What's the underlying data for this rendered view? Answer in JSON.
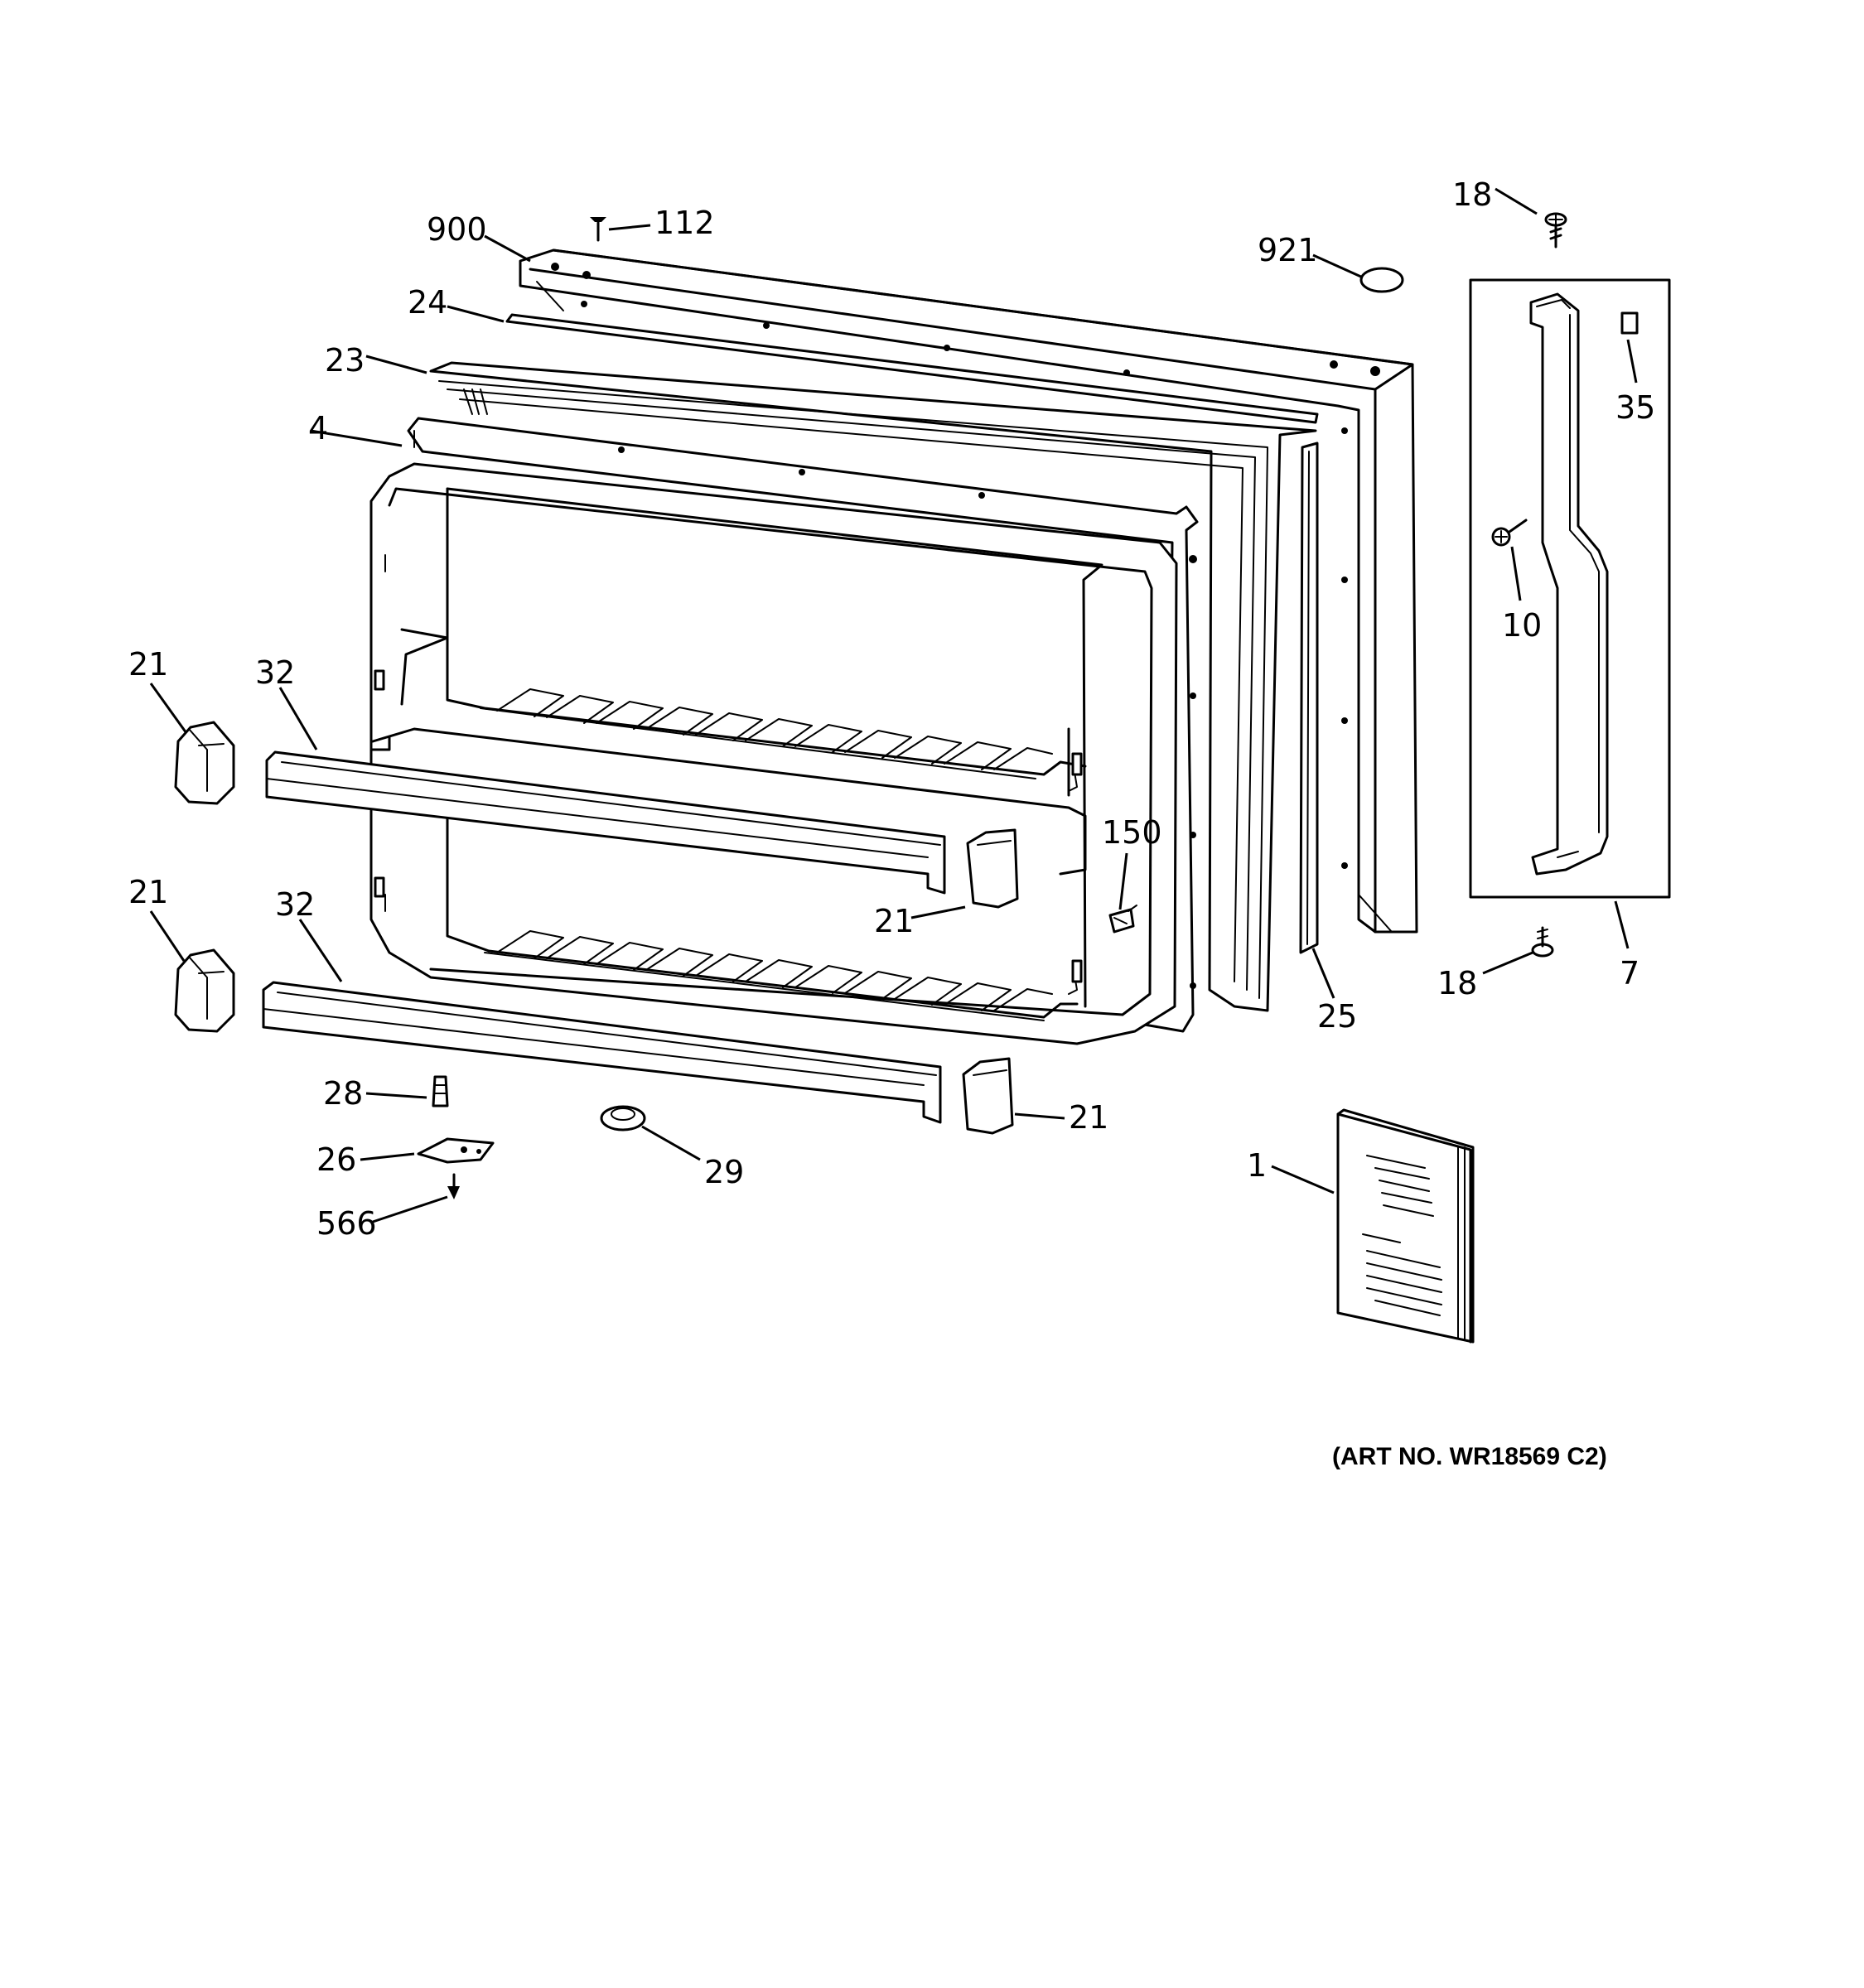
{
  "diagram": {
    "art_number": "(ART NO. WR18569 C2)",
    "callouts": [
      {
        "id": "c-900",
        "label": "900"
      },
      {
        "id": "c-112",
        "label": "112"
      },
      {
        "id": "c-24",
        "label": "24"
      },
      {
        "id": "c-23",
        "label": "23"
      },
      {
        "id": "c-4",
        "label": "4"
      },
      {
        "id": "c-921",
        "label": "921"
      },
      {
        "id": "c-18a",
        "label": "18"
      },
      {
        "id": "c-35",
        "label": "35"
      },
      {
        "id": "c-10",
        "label": "10"
      },
      {
        "id": "c-7",
        "label": "7"
      },
      {
        "id": "c-18b",
        "label": "18"
      },
      {
        "id": "c-25",
        "label": "25"
      },
      {
        "id": "c-150",
        "label": "150"
      },
      {
        "id": "c-21a",
        "label": "21"
      },
      {
        "id": "c-32a",
        "label": "32"
      },
      {
        "id": "c-21b",
        "label": "21"
      },
      {
        "id": "c-32b",
        "label": "32"
      },
      {
        "id": "c-21c",
        "label": "21"
      },
      {
        "id": "c-21d",
        "label": "21"
      },
      {
        "id": "c-28",
        "label": "28"
      },
      {
        "id": "c-26",
        "label": "26"
      },
      {
        "id": "c-566",
        "label": "566"
      },
      {
        "id": "c-29",
        "label": "29"
      },
      {
        "id": "c-1",
        "label": "1"
      }
    ]
  }
}
